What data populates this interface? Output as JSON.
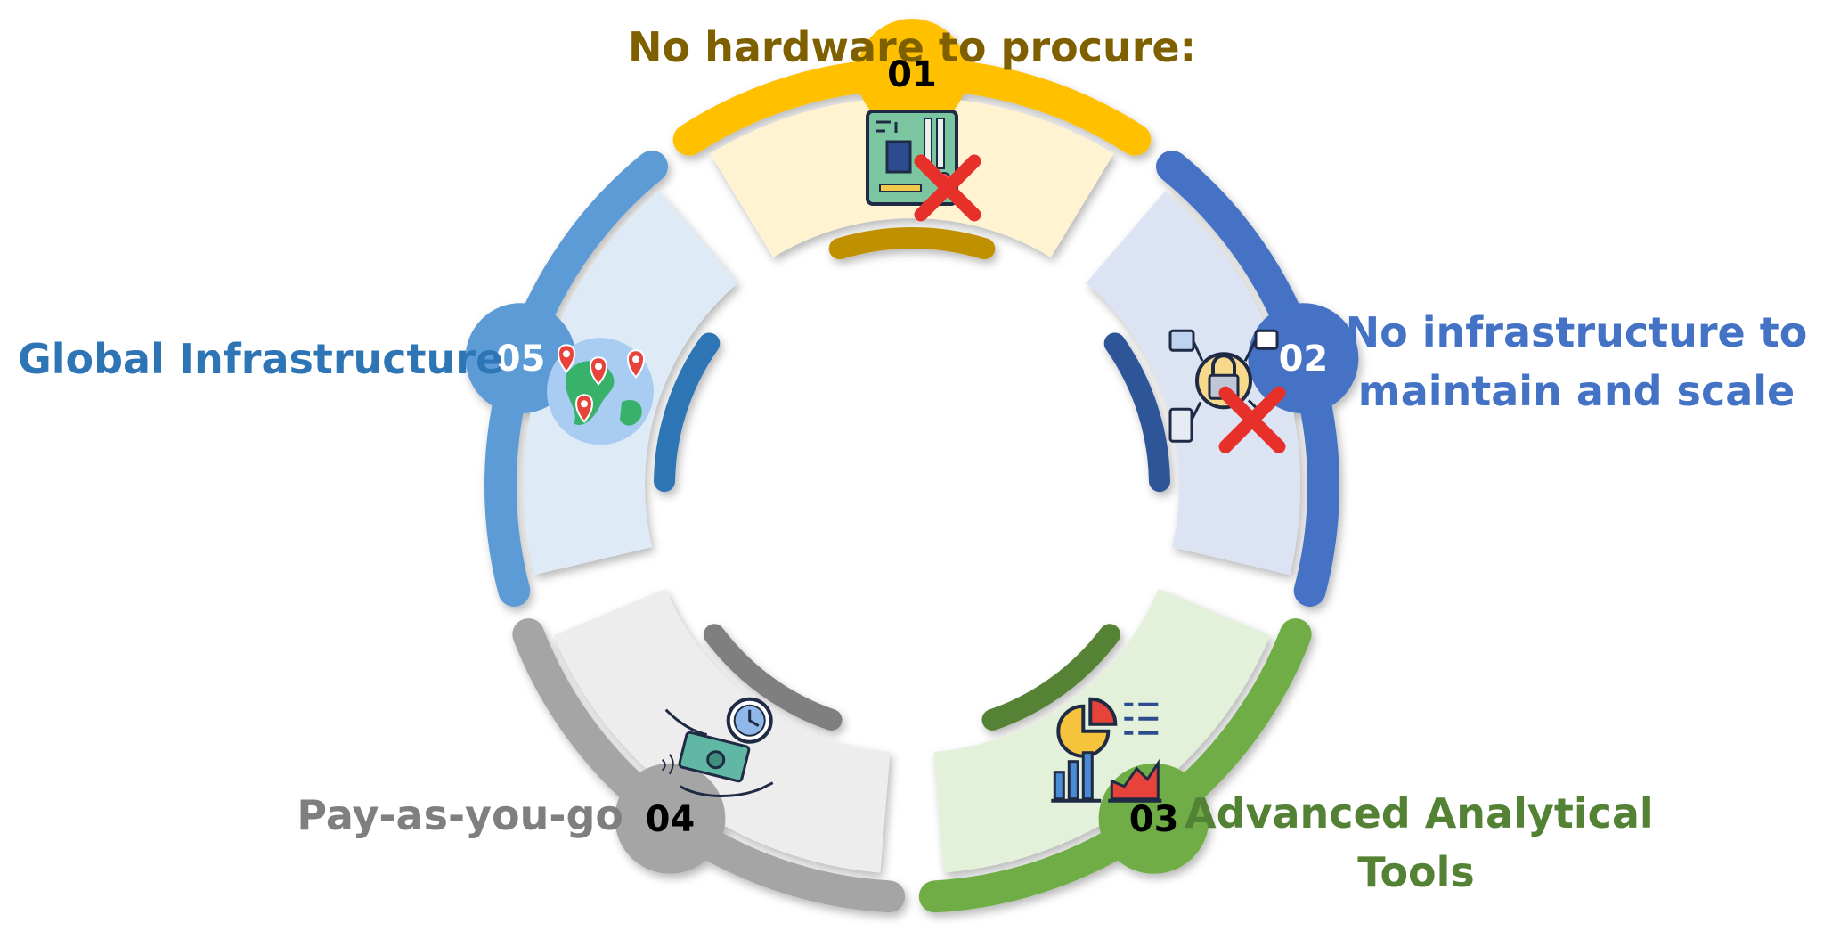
{
  "segments": [
    {
      "number": "01",
      "caption": [
        "No hardware to procure:"
      ],
      "icon": "circuit-board-crossed-icon",
      "colors": {
        "main": "#FFC000",
        "light": "#FFF3D2",
        "inner": "#BF9000",
        "text": "#7F6000",
        "badge_text": "#000000"
      }
    },
    {
      "number": "02",
      "caption": [
        "No infrastructure to",
        "maintain and scale"
      ],
      "icon": "network-lock-crossed-icon",
      "colors": {
        "main": "#4472C4",
        "light": "#DCE3F3",
        "inner": "#2F5597",
        "text": "#4472C4",
        "badge_text": "#FFFFFF"
      }
    },
    {
      "number": "03",
      "caption": [
        "Advanced Analytical",
        "Tools"
      ],
      "icon": "analytics-dashboard-icon",
      "colors": {
        "main": "#70AD47",
        "light": "#E3F1DB",
        "inner": "#548235",
        "text": "#548235",
        "badge_text": "#000000"
      }
    },
    {
      "number": "04",
      "caption": [
        "Pay-as-you-go"
      ],
      "icon": "money-hand-clock-icon",
      "colors": {
        "main": "#A5A5A5",
        "light": "#EDEDED",
        "inner": "#7F7F7F",
        "text": "#7F7F7F",
        "badge_text": "#000000"
      }
    },
    {
      "number": "05",
      "caption": [
        "Global Infrastructure"
      ],
      "icon": "globe-pins-icon",
      "colors": {
        "main": "#5B9BD5",
        "light": "#DEEAF6",
        "inner": "#2E75B6",
        "text": "#2E75B6",
        "badge_text": "#FFFFFF"
      }
    }
  ]
}
